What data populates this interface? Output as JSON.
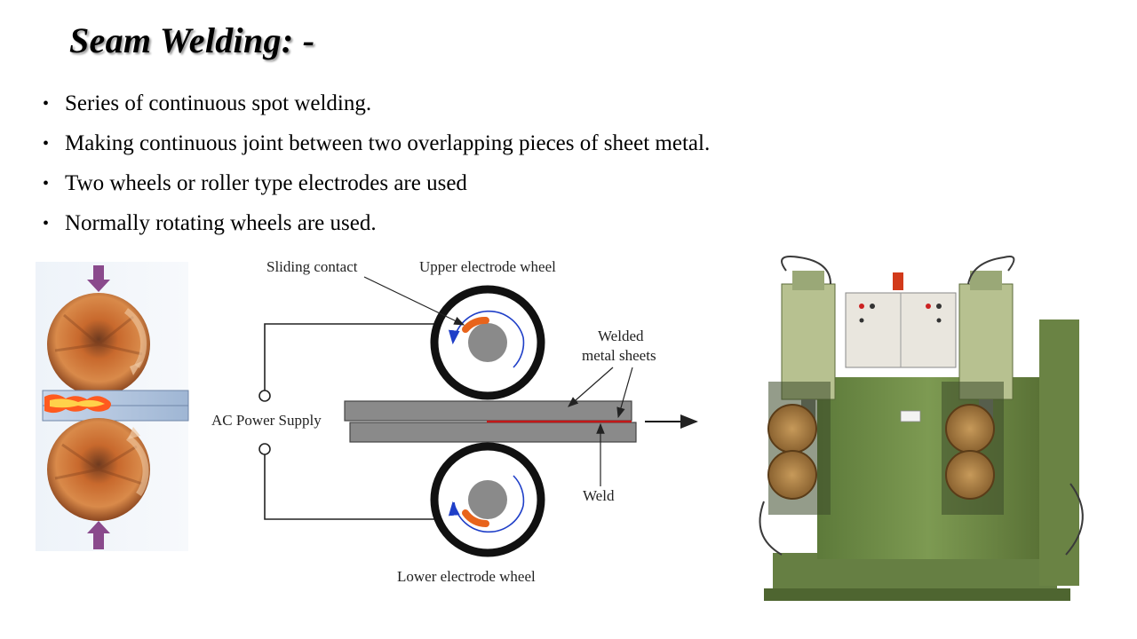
{
  "slide": {
    "title": "Seam Welding: -",
    "bullets": [
      "Series of continuous spot welding.",
      "Making continuous joint between two overlapping pieces of sheet metal.",
      "Two wheels or roller type electrodes are used",
      "Normally rotating wheels are used."
    ]
  },
  "diagram": {
    "labels": {
      "sliding_contact": "Sliding contact",
      "upper_wheel": "Upper electrode wheel",
      "welded_line1": "Welded",
      "welded_line2": "metal sheets",
      "power": "AC Power Supply",
      "weld": "Weld",
      "lower_wheel": "Lower electrode wheel"
    }
  },
  "colors": {
    "copper": "#c8692d",
    "machine_green": "#6f8a48",
    "arrow_purple": "#8a4a8c",
    "contact_orange": "#e8641c",
    "rotation_blue": "#1f3fc8",
    "sheet_gray": "#8a8a8a"
  }
}
